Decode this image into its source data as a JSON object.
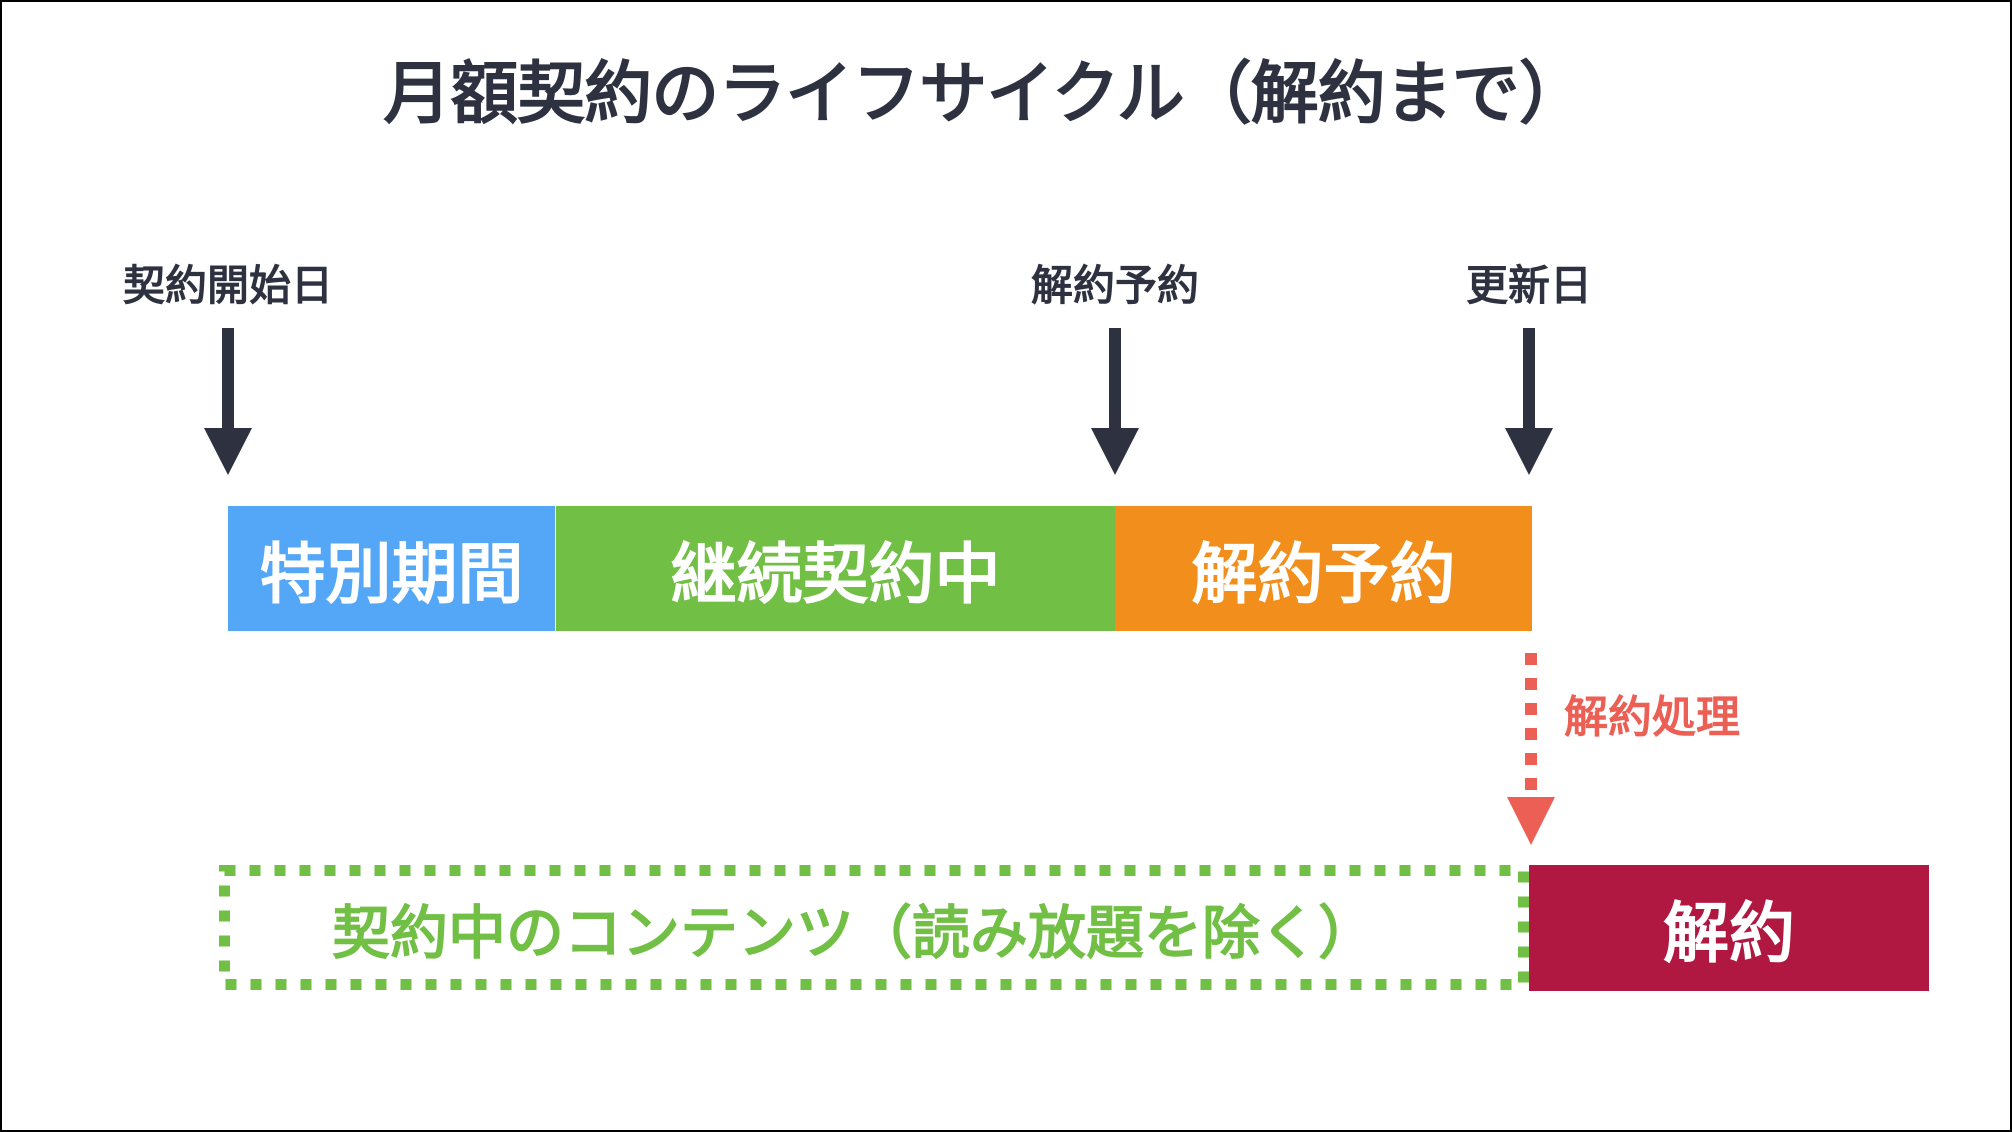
{
  "title": "月額契約のライフサイクル（解約まで）",
  "markers": [
    {
      "label": "契約開始日",
      "icon": "arrow-down-icon"
    },
    {
      "label": "解約予約",
      "icon": "arrow-down-icon"
    },
    {
      "label": "更新日",
      "icon": "arrow-down-icon"
    }
  ],
  "timeline": {
    "phases": [
      {
        "label": "特別期間",
        "color": "#54A7F7"
      },
      {
        "label": "継続契約中",
        "color": "#71BF44"
      },
      {
        "label": "解約予約",
        "color": "#F28F1C"
      }
    ]
  },
  "process": {
    "label": "解約処理",
    "color": "#EB5F55",
    "icon": "dashed-arrow-down-icon"
  },
  "result": {
    "contents_label": "契約中のコンテンツ（読み放題を除く）",
    "contents_color": "#71BF44",
    "cancel_label": "解約",
    "cancel_color": "#B01842"
  },
  "colors": {
    "text_dark": "#2E3240",
    "background": "#FFFFFF"
  }
}
